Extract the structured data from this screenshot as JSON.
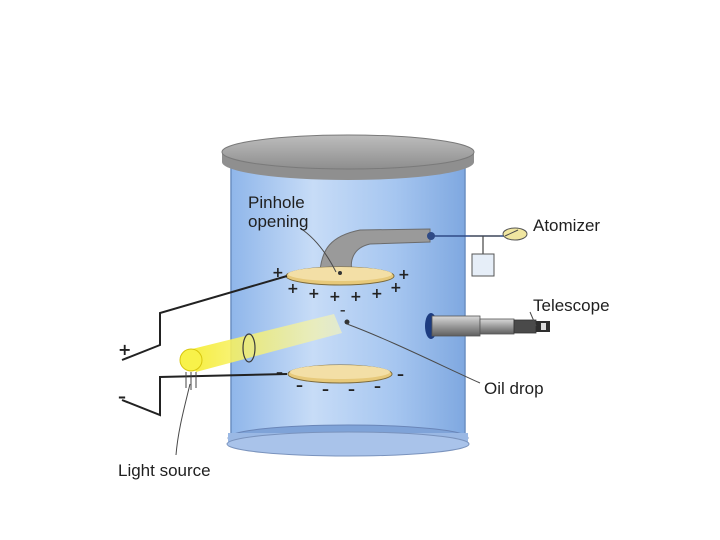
{
  "labels": {
    "pinhole_line1": "Pinhole",
    "pinhole_line2": "opening",
    "atomizer": "Atomizer",
    "telescope": "Telescope",
    "oil_drop": "Oil drop",
    "light_source": "Light source"
  },
  "signs": {
    "plus": "+",
    "minus": "–"
  },
  "colors": {
    "chamber": "#a9c9f0",
    "plate": "#f3d99a",
    "light_beam": "#f7f07a",
    "lid": "#a8a8a8"
  }
}
